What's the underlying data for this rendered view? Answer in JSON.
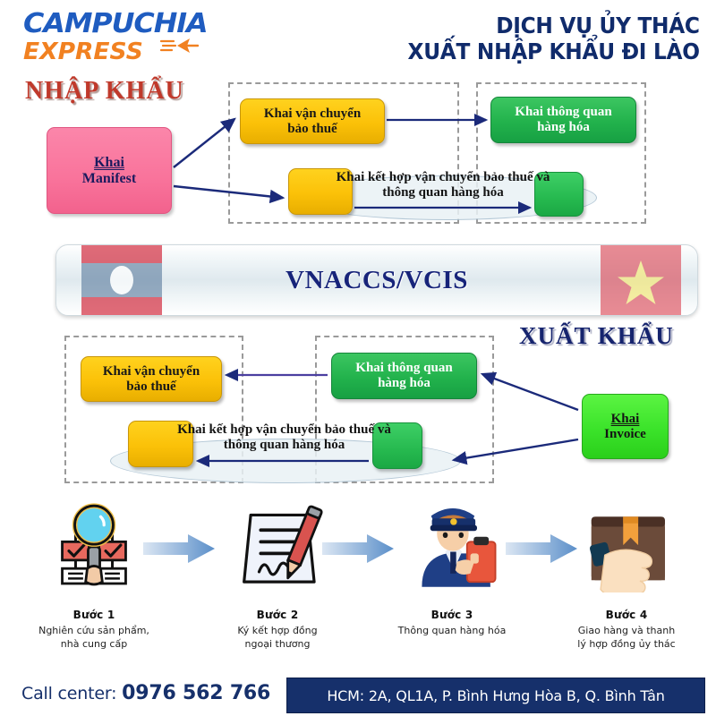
{
  "brand": {
    "line1": "CAMPUCHIA",
    "line2": "EXPRESS",
    "plane_icon": "airplane-icon"
  },
  "headline": {
    "line1": "DỊCH VỤ ỦY THÁC",
    "line2": "XUẤT NHẬP KHẨU ĐI LÀO",
    "color": "#102B6B"
  },
  "sections": {
    "import_label": "NHẬP KHẨU",
    "export_label": "XUẤT KHẨU",
    "import_label_color": "#C0392B",
    "export_label_color": "#16246E"
  },
  "center_bar": {
    "title": "VNACCS/VCIS",
    "left_flag": "laos-flag-icon",
    "right_flag": "vietnam-flag-icon"
  },
  "import_diagram": {
    "manifest": "Khai\nManifest",
    "manifest_line1": "Khai",
    "manifest_line2": "Manifest",
    "transit_bonded": "Khai vận chuyển\nbảo thuế",
    "transit_bonded_line1": "Khai vận chuyển",
    "transit_bonded_line2": "bảo thuế",
    "combined_line1": "Khai kết hợp vận chuyển bảo thuế và",
    "combined_line2": "thông quan hàng hóa",
    "customs_clearance_line1": "Khai thông quan",
    "customs_clearance_line2": "hàng hóa",
    "empty_node": ""
  },
  "export_diagram": {
    "transit_bonded_line1": "Khai vận chuyển",
    "transit_bonded_line2": "bảo thuế",
    "combined_line1": "Khai kết hợp vận chuyển bảo thuế và",
    "combined_line2": "thông quan hàng hóa",
    "customs_clearance_line1": "Khai thông quan",
    "customs_clearance_line2": "hàng hóa",
    "invoice_line1": "Khai",
    "invoice_line2": "Invoice",
    "empty_node": ""
  },
  "steps": [
    {
      "title": "Bước 1",
      "desc_line1": "Nghiên cứu sản phẩm,",
      "desc_line2": "nhà cung cấp",
      "icon": "magnifier-research-icon"
    },
    {
      "title": "Bước 2",
      "desc_line1": "Ký kết hợp đồng",
      "desc_line2": "ngoại thương",
      "icon": "contract-signing-icon"
    },
    {
      "title": "Bước 3",
      "desc_line1": "Thông quan hàng hóa",
      "desc_line2": "",
      "icon": "customs-officer-icon"
    },
    {
      "title": "Bước 4",
      "desc_line1": "Giao hàng và thanh",
      "desc_line2": "lý hợp đồng ủy thác",
      "icon": "package-delivery-icon"
    }
  ],
  "footer": {
    "call_label": "Call center: ",
    "phone": "0976 562 766",
    "address": "HCM: 2A, QL1A, P. Bình Hưng Hòa B, Q. Bình Tân",
    "address_bg": "#16306B"
  }
}
